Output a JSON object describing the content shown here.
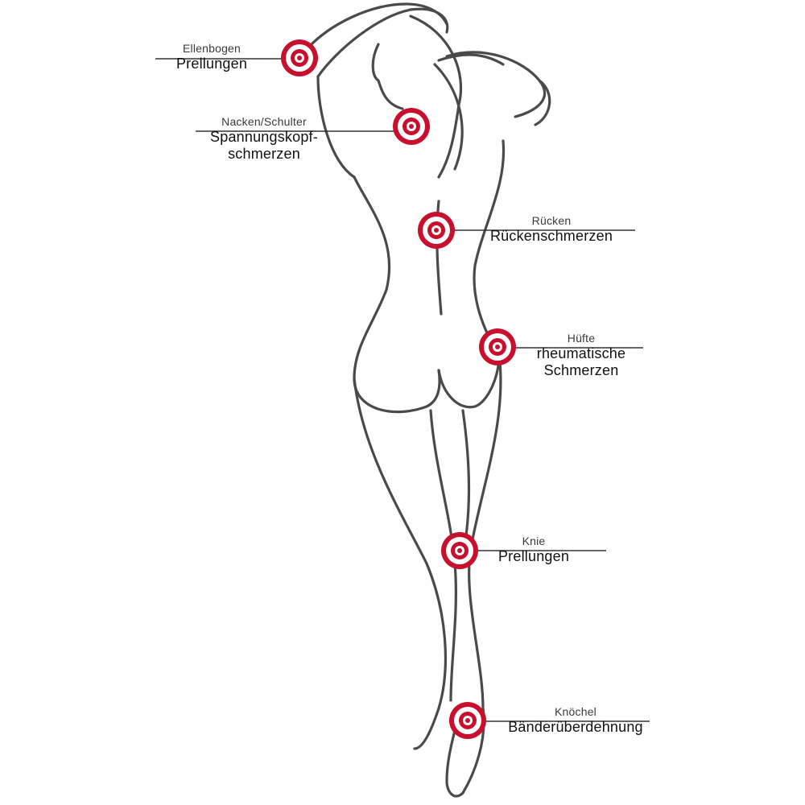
{
  "colors": {
    "outline": "#4a4a4a",
    "target_red": "#c8102e",
    "leader_line": "#333333"
  },
  "markers": [
    {
      "id": "elbow",
      "region": "Ellenbogen",
      "condition_lines": [
        "Prellungen"
      ]
    },
    {
      "id": "neck-shoulder",
      "region": "Nacken/Schulter",
      "condition_lines": [
        "Spannungskopf-",
        "schmerzen"
      ]
    },
    {
      "id": "back",
      "region": "Rücken",
      "condition_lines": [
        "Rückenschmerzen"
      ]
    },
    {
      "id": "hip",
      "region": "Hüfte",
      "condition_lines": [
        "rheumatische",
        "Schmerzen"
      ]
    },
    {
      "id": "knee",
      "region": "Knie",
      "condition_lines": [
        "Prellungen"
      ]
    },
    {
      "id": "ankle",
      "region": "Knöchel",
      "condition_lines": [
        "Bänderüberdehnung"
      ]
    }
  ]
}
